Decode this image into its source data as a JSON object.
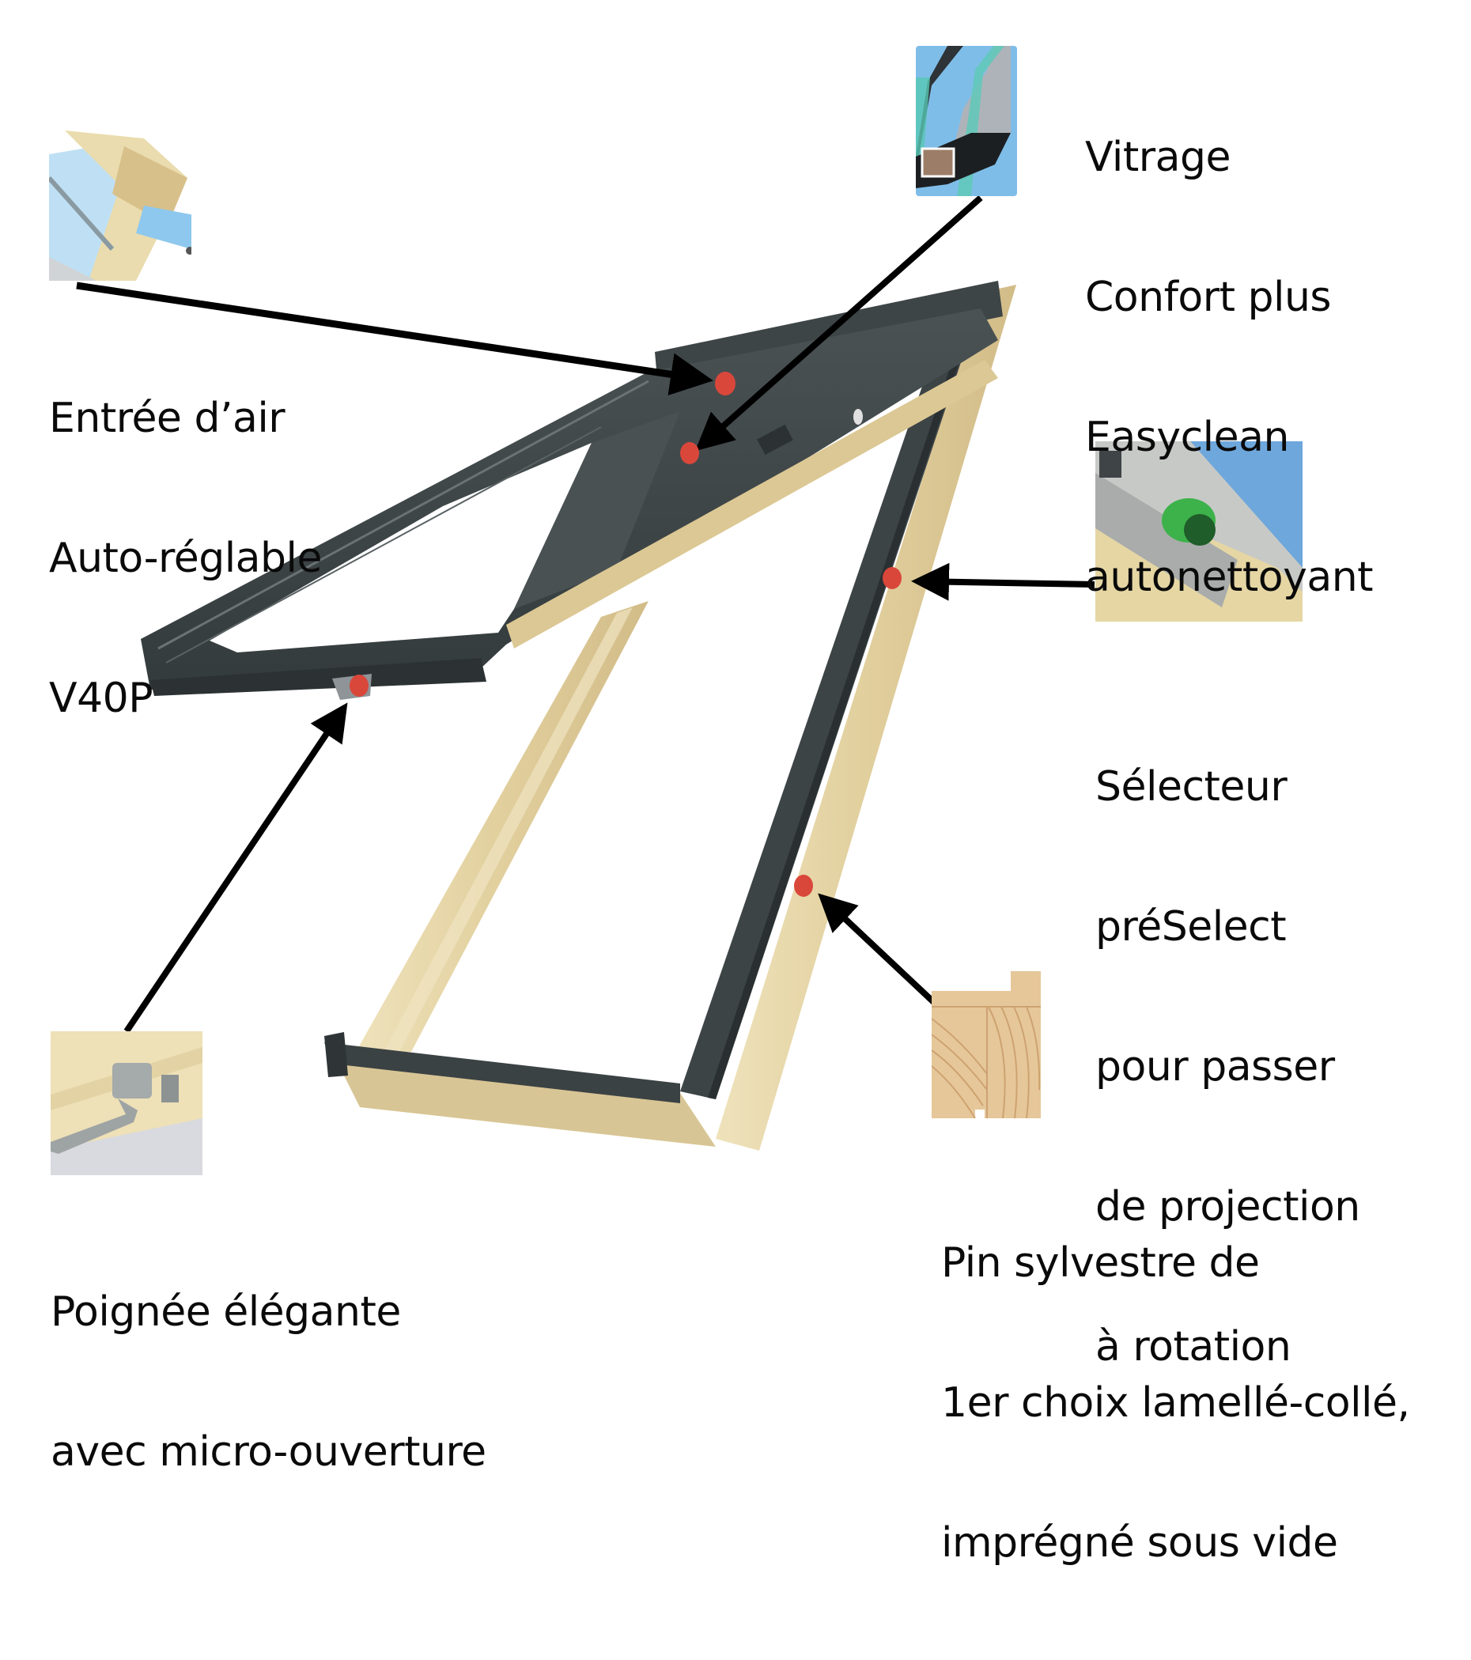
{
  "diagram": {
    "subject": "roof window (projection-pivot skylight) with labelled features",
    "colors": {
      "frame_dark": "#3f4648",
      "frame_dark_edge": "#2b3133",
      "wood": "#e3d2a2",
      "wood_dark": "#cdb580",
      "marker": "#d9473b",
      "arrow": "#000000",
      "glass_blue": "#8fc6ea",
      "glass_green": "#5fc9b9"
    },
    "callouts": [
      {
        "id": "air-inlet",
        "lines": [
          "Entrée d’air",
          "Auto-réglable",
          "V40P"
        ],
        "thumbnail": "air-inlet-cutaway"
      },
      {
        "id": "glazing",
        "lines": [
          "Vitrage",
          "Confort plus",
          "Easyclean",
          "autonettoyant"
        ],
        "thumbnail": "double-glazing-cross-section"
      },
      {
        "id": "selector",
        "lines": [
          "Sélecteur",
          "préSelect",
          "pour passer",
          "de projection",
          "à rotation"
        ],
        "thumbnail": "green-selector-switch"
      },
      {
        "id": "pine",
        "lines": [
          "Pin sylvestre de",
          "1er choix lamellé-collé,",
          "imprégné sous vide"
        ],
        "thumbnail": "laminated-pine-grain"
      },
      {
        "id": "handle",
        "lines": [
          "Poignée élégante",
          "avec micro-ouverture"
        ],
        "thumbnail": "window-handle"
      }
    ]
  }
}
